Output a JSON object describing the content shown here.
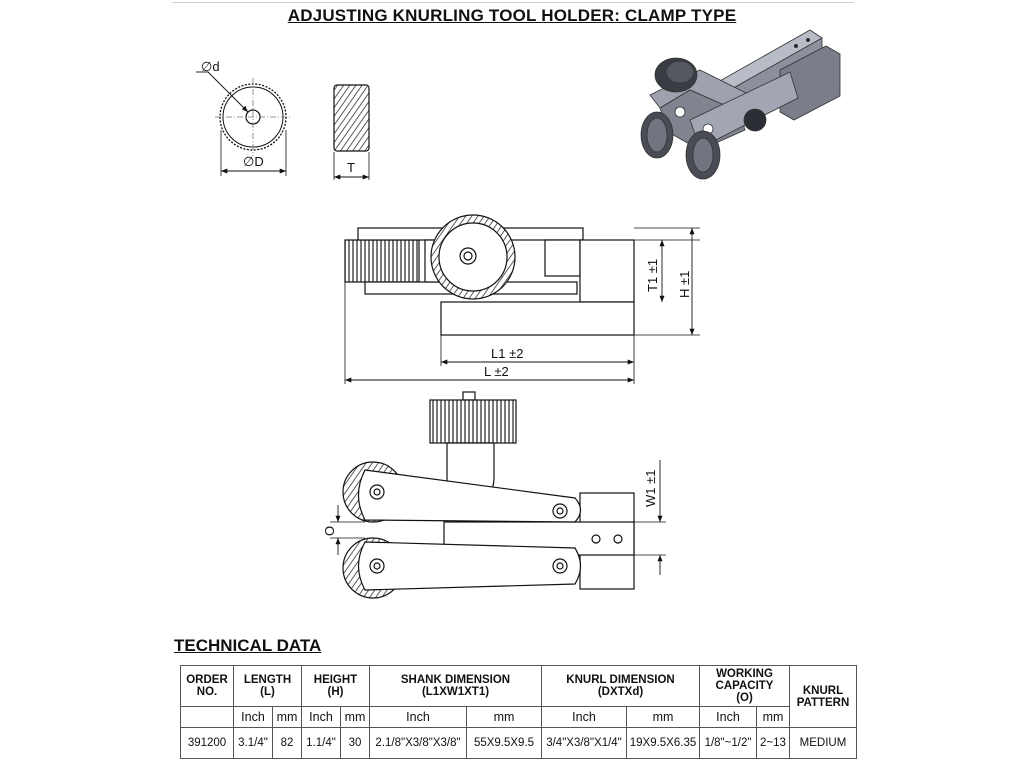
{
  "title": "ADJUSTING KNURLING TOOL HOLDER: CLAMP TYPE",
  "drawing": {
    "knurl_labels": {
      "bore": "∅d",
      "outer": "∅D",
      "thickness": "T"
    },
    "side_labels": {
      "t1": "T1 ±1",
      "h": "H ±1",
      "l1": "L1 ±2",
      "l": "L ±2"
    },
    "top_labels": {
      "w1": "W1 ±1",
      "o": "O"
    }
  },
  "technical_data": {
    "heading": "TECHNICAL DATA",
    "headers": {
      "order": [
        "ORDER",
        "NO."
      ],
      "length": [
        "LENGTH",
        "(L)"
      ],
      "height": [
        "HEIGHT",
        "(H)"
      ],
      "shank": [
        "SHANK DIMENSION",
        "(L1XW1XT1)"
      ],
      "knurl": [
        "KNURL DIMENSION",
        "(DXTXd)"
      ],
      "working": [
        "WORKING",
        "CAPACITY",
        "(O)"
      ],
      "pattern": [
        "KNURL",
        "PATTERN"
      ]
    },
    "units": [
      "Inch",
      "mm",
      "Inch",
      "mm",
      "Inch",
      "mm",
      "Inch",
      "mm",
      "Inch",
      "mm"
    ],
    "rows": [
      [
        "391200",
        "3.1/4\"",
        "82",
        "1.1/4\"",
        "30",
        "2.1/8\"X3/8\"X3/8\"",
        "55X9.5X9.5",
        "3/4\"X3/8\"X1/4\"",
        "19X9.5X6.35",
        "1/8\"~1/2\"",
        "2~13",
        "MEDIUM"
      ]
    ]
  }
}
